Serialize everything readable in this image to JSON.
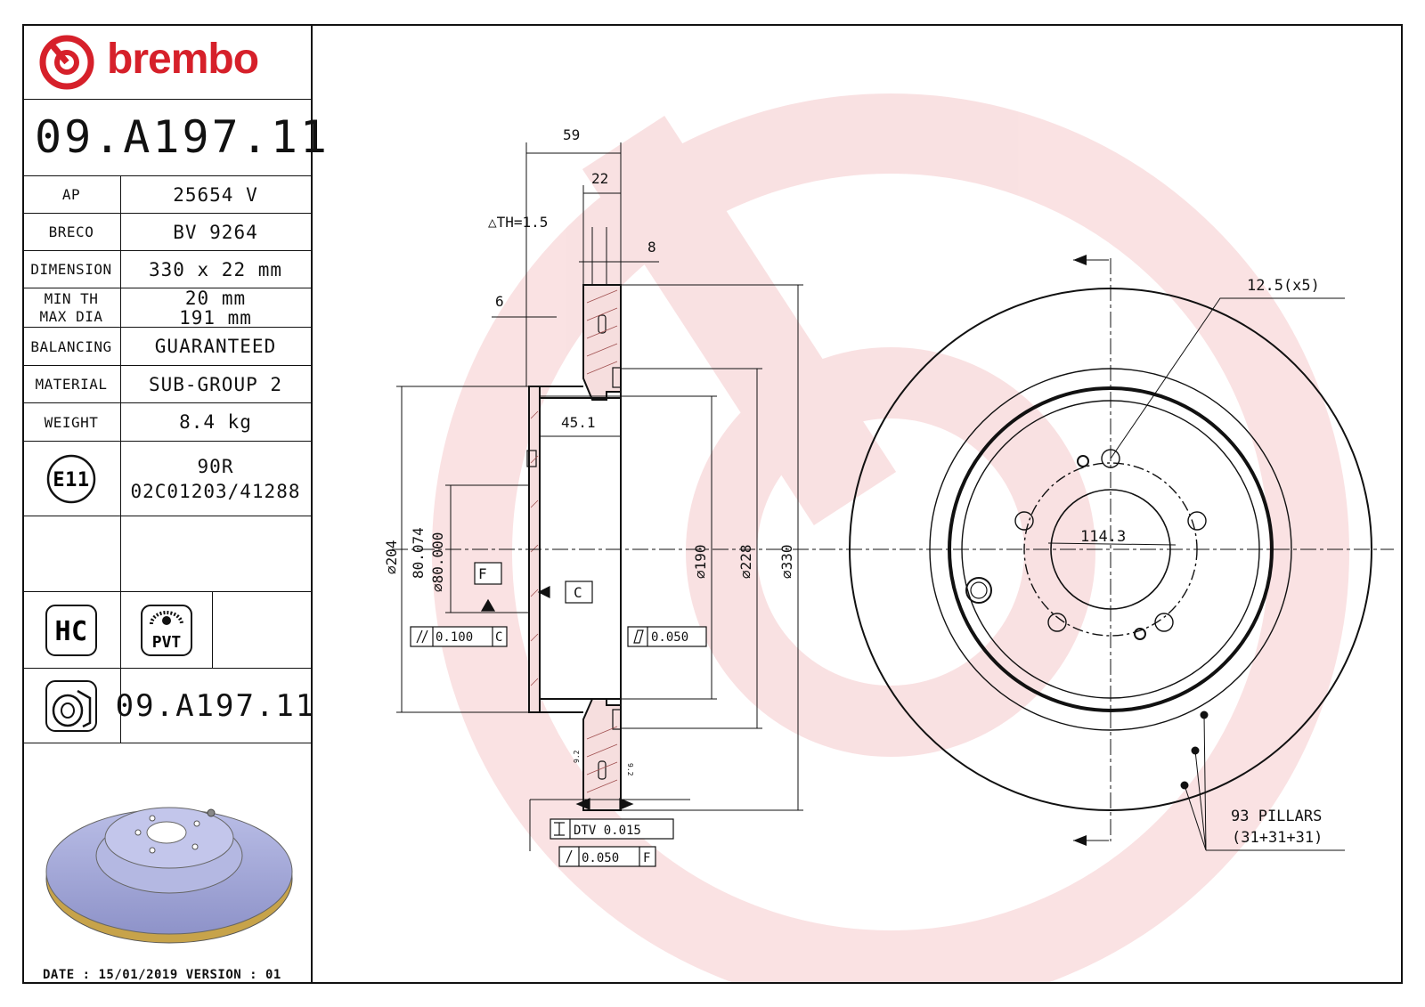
{
  "brand": {
    "name": "brembo",
    "color": "#d6202a"
  },
  "part_number": "09.A197.11",
  "specs": [
    {
      "label": "AP",
      "value": "25654 V"
    },
    {
      "label": "BRECO",
      "value": "BV 9264"
    },
    {
      "label": "DIMENSION",
      "value": "330 x 22 mm"
    }
  ],
  "min_max": {
    "label1": "MIN TH",
    "label2": "MAX DIA",
    "value1": "20 mm",
    "value2": "191 mm"
  },
  "specs2": [
    {
      "label": "BALANCING",
      "value": "GUARANTEED"
    },
    {
      "label": "MATERIAL",
      "value": "SUB-GROUP 2"
    },
    {
      "label": "WEIGHT",
      "value": "8.4 kg"
    }
  ],
  "approval": {
    "mark": "E11",
    "line1": "90R",
    "line2": "02C01203/41288"
  },
  "badges": {
    "hc": "HC",
    "pvt": "PVT"
  },
  "footer_part": "09.A197.11",
  "date_line": "DATE : 15/01/2019 VERSION : 01",
  "dimensions": {
    "d59": "59",
    "d22": "22",
    "th": "△TH=1.5",
    "d8": "8",
    "d6": "6",
    "d45": "45.1",
    "d204": "⌀204",
    "bore1": "80.074",
    "bore2": "⌀80.000",
    "d190": "⌀190",
    "d228": "⌀228",
    "d330": "⌀330",
    "datum_f": "F",
    "datum_c": "C",
    "par_tol": "0.100",
    "par_ref": "C",
    "flat_tol": "0.050",
    "dtv": "DTV 0.015",
    "runout_tol": "0.050",
    "runout_ref": "F",
    "small1": "9.2",
    "small2": "9.2",
    "holes": "12.5(x5)",
    "pcd": "114.3",
    "pillars1": "93 PILLARS",
    "pillars2": "(31+31+31)"
  }
}
